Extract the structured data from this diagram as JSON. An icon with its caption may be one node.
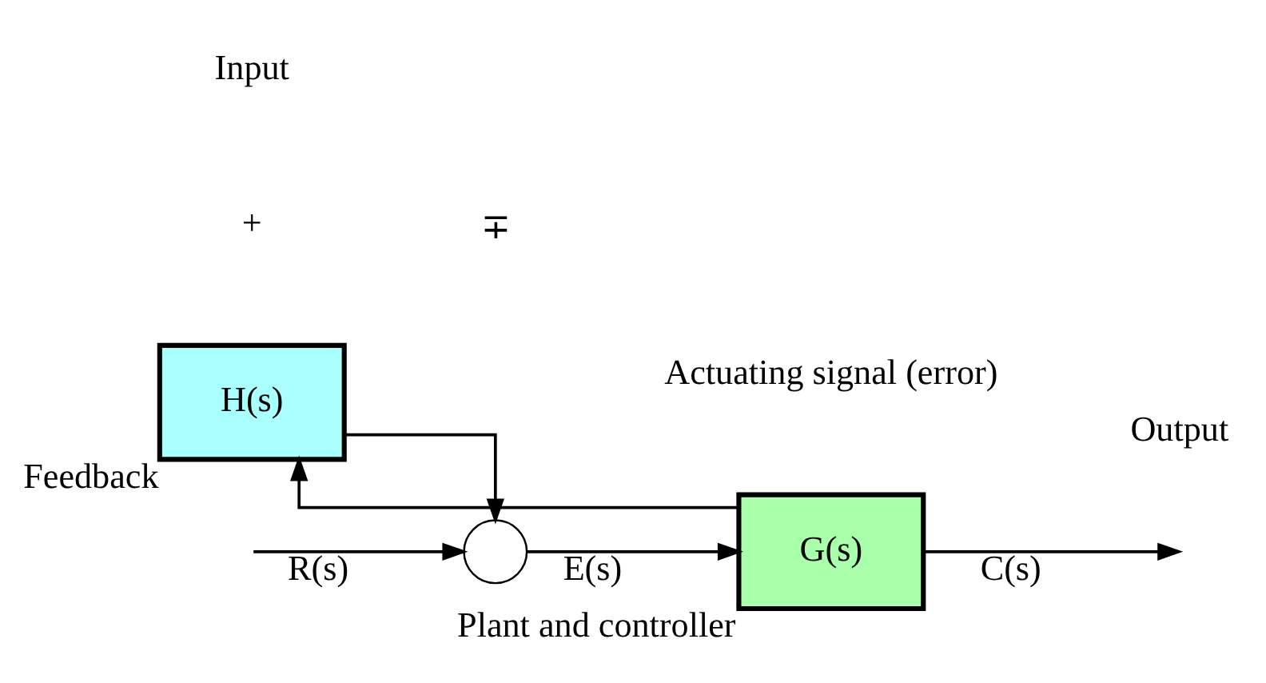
{
  "diagram": {
    "nodes": [
      {
        "text": [],
        "shape": "circle"
      },
      {
        "text": [
          "G(s)"
        ],
        "beside": [
          "Plant and controller"
        ]
      },
      {
        "text": [
          "H(s)"
        ],
        "beside": [
          "Feedback"
        ]
      }
    ],
    "edges": [
      {
        "from": null,
        "to": 0,
        "arrow": "to",
        "label": "R(s)"
      },
      {
        "from": 0,
        "to": 1,
        "arrow": "to",
        "label": "E(s)"
      },
      {
        "from": 1,
        "to": null,
        "arrow": "to",
        "label": "C(s)"
      },
      {
        "from": 1,
        "to": 2,
        "arrow": "to"
      },
      {
        "from": 2,
        "to": 0,
        "arrow": "to"
      }
    ],
    "labels": [
      "+",
      "∓",
      "Input",
      "Actuating signal (error)",
      "Output"
    ]
  }
}
